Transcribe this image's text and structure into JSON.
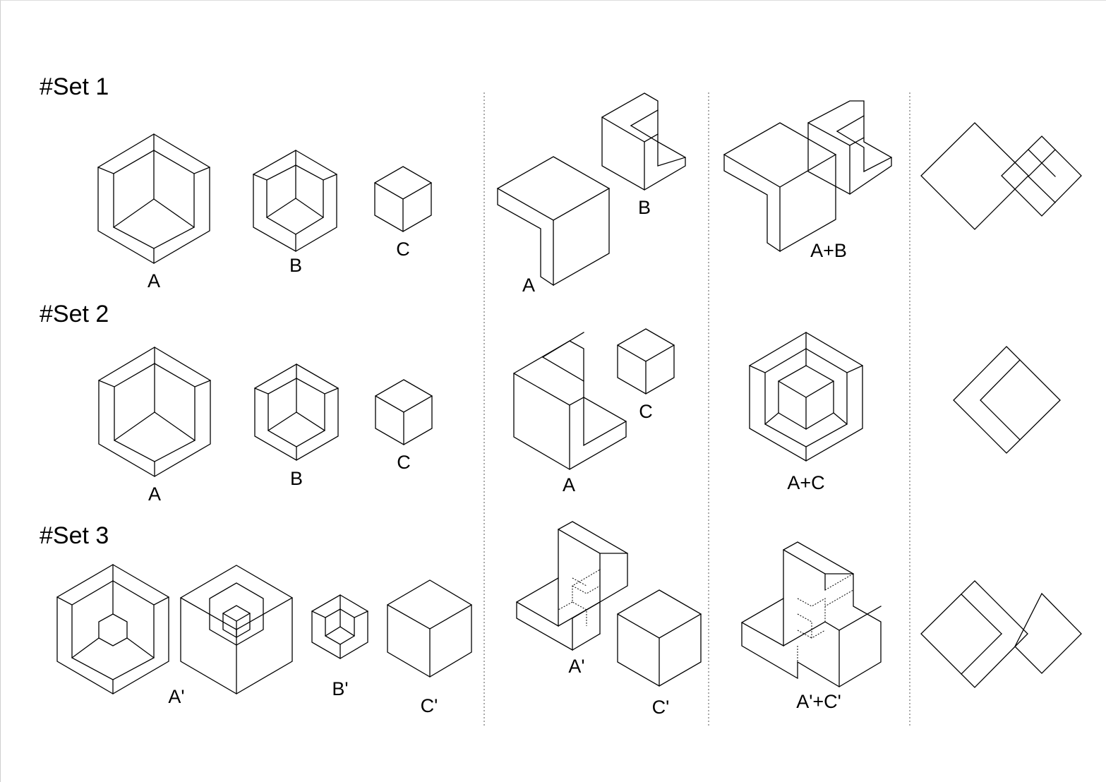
{
  "sets": [
    {
      "title": "#Set 1"
    },
    {
      "title": "#Set 2"
    },
    {
      "title": "#Set 3"
    }
  ],
  "labels": {
    "set1": {
      "a": "A",
      "b": "B",
      "c": "C",
      "iso_a": "A",
      "iso_b": "B",
      "combo": "A+B"
    },
    "set2": {
      "a": "A",
      "b": "B",
      "c": "C",
      "iso_a": "A",
      "iso_c": "C",
      "combo": "A+C"
    },
    "set3": {
      "a": "A'",
      "b": "B'",
      "c": "C'",
      "iso_a": "A'",
      "iso_c": "C'",
      "combo": "A'+C'"
    }
  }
}
